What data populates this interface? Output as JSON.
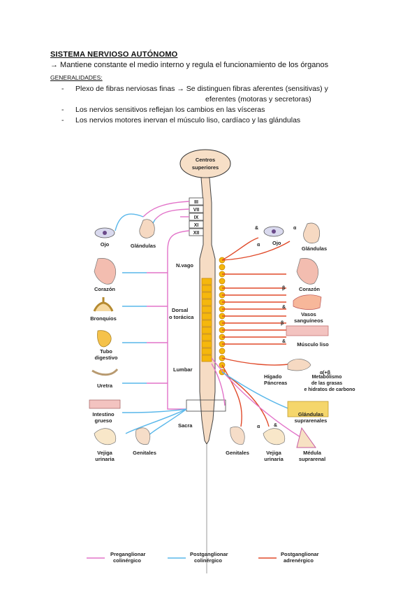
{
  "header": {
    "title": "SISTEMA NERVIOSO AUTÓNOMO",
    "intro": "→ Mantiene constante el medio interno y regula el funcionamiento de los órganos",
    "section": "GENERALIDADES:"
  },
  "bullets": [
    {
      "dash": "-",
      "line1": "Plexo de fibras nerviosas finas → Se distinguen fibras aferentes (sensitivas) y",
      "line2": "eferentes (motoras y secretoras)"
    },
    {
      "dash": "-",
      "line1": "Los nervios sensitivos reflejan los cambios en las vísceras"
    },
    {
      "dash": "-",
      "line1": "Los nervios motores inervan el músculo liso, cardíaco y las glándulas"
    }
  ],
  "diagram": {
    "centros_1": "Centros",
    "centros_2": "superiores",
    "cranial": [
      "III",
      "VII",
      "IX",
      "XI",
      "XII"
    ],
    "regions": {
      "vago": "N.vago",
      "dorsal_1": "Dorsal",
      "dorsal_2": "o torácica",
      "lumbar": "Lumbar",
      "sacra": "Sacra"
    },
    "left_labels": {
      "ojo": "Ojo",
      "glandulas": "Glándulas",
      "corazon": "Corazón",
      "bronquios": "Bronquios",
      "tubo_1": "Tubo",
      "tubo_2": "digestivo",
      "uretra": "Uretra",
      "intestino_1": "Intestino",
      "intestino_2": "grueso",
      "vejiga_1": "Vejiga",
      "vejiga_2": "urinaria",
      "genitales": "Genitales"
    },
    "right_labels": {
      "ojo": "Ojo",
      "glandulas": "Glándulas",
      "corazon": "Corazón",
      "vasos_1": "Vasos",
      "vasos_2": "sanguíneos",
      "musculo": "Músculo liso",
      "higado_1": "Hígado",
      "higado_2": "Páncreas",
      "metab_1": "Metabolismo",
      "metab_2": "de las grasas",
      "metab_3": "e hidratos de carbono",
      "gland_sup_1": "Glándulas",
      "gland_sup_2": "suprarenales",
      "genitales": "Genitales",
      "vejiga_1": "Vejiga",
      "vejiga_2": "urinaria",
      "medula_1": "Médula",
      "medula_2": "suprarenal"
    },
    "receptor_marks": {
      "amp": "&",
      "alpha": "α",
      "alpha_beta": "α(+β",
      "beta": "β"
    },
    "legend": [
      {
        "line1": "Preganglionar",
        "line2": "colinérgico",
        "color": "#e273c9"
      },
      {
        "line1": "Postganglionar",
        "line2": "colinérgico",
        "color": "#59b7ea"
      },
      {
        "line1": "Postganglionar",
        "line2": "adrenérgico",
        "color": "#e04a2a"
      }
    ],
    "colors": {
      "pre": "#e273c9",
      "post_chol": "#59b7ea",
      "post_adr": "#e04a2a",
      "chain": "#f5b70e",
      "cord": "#f6dcc4"
    }
  }
}
